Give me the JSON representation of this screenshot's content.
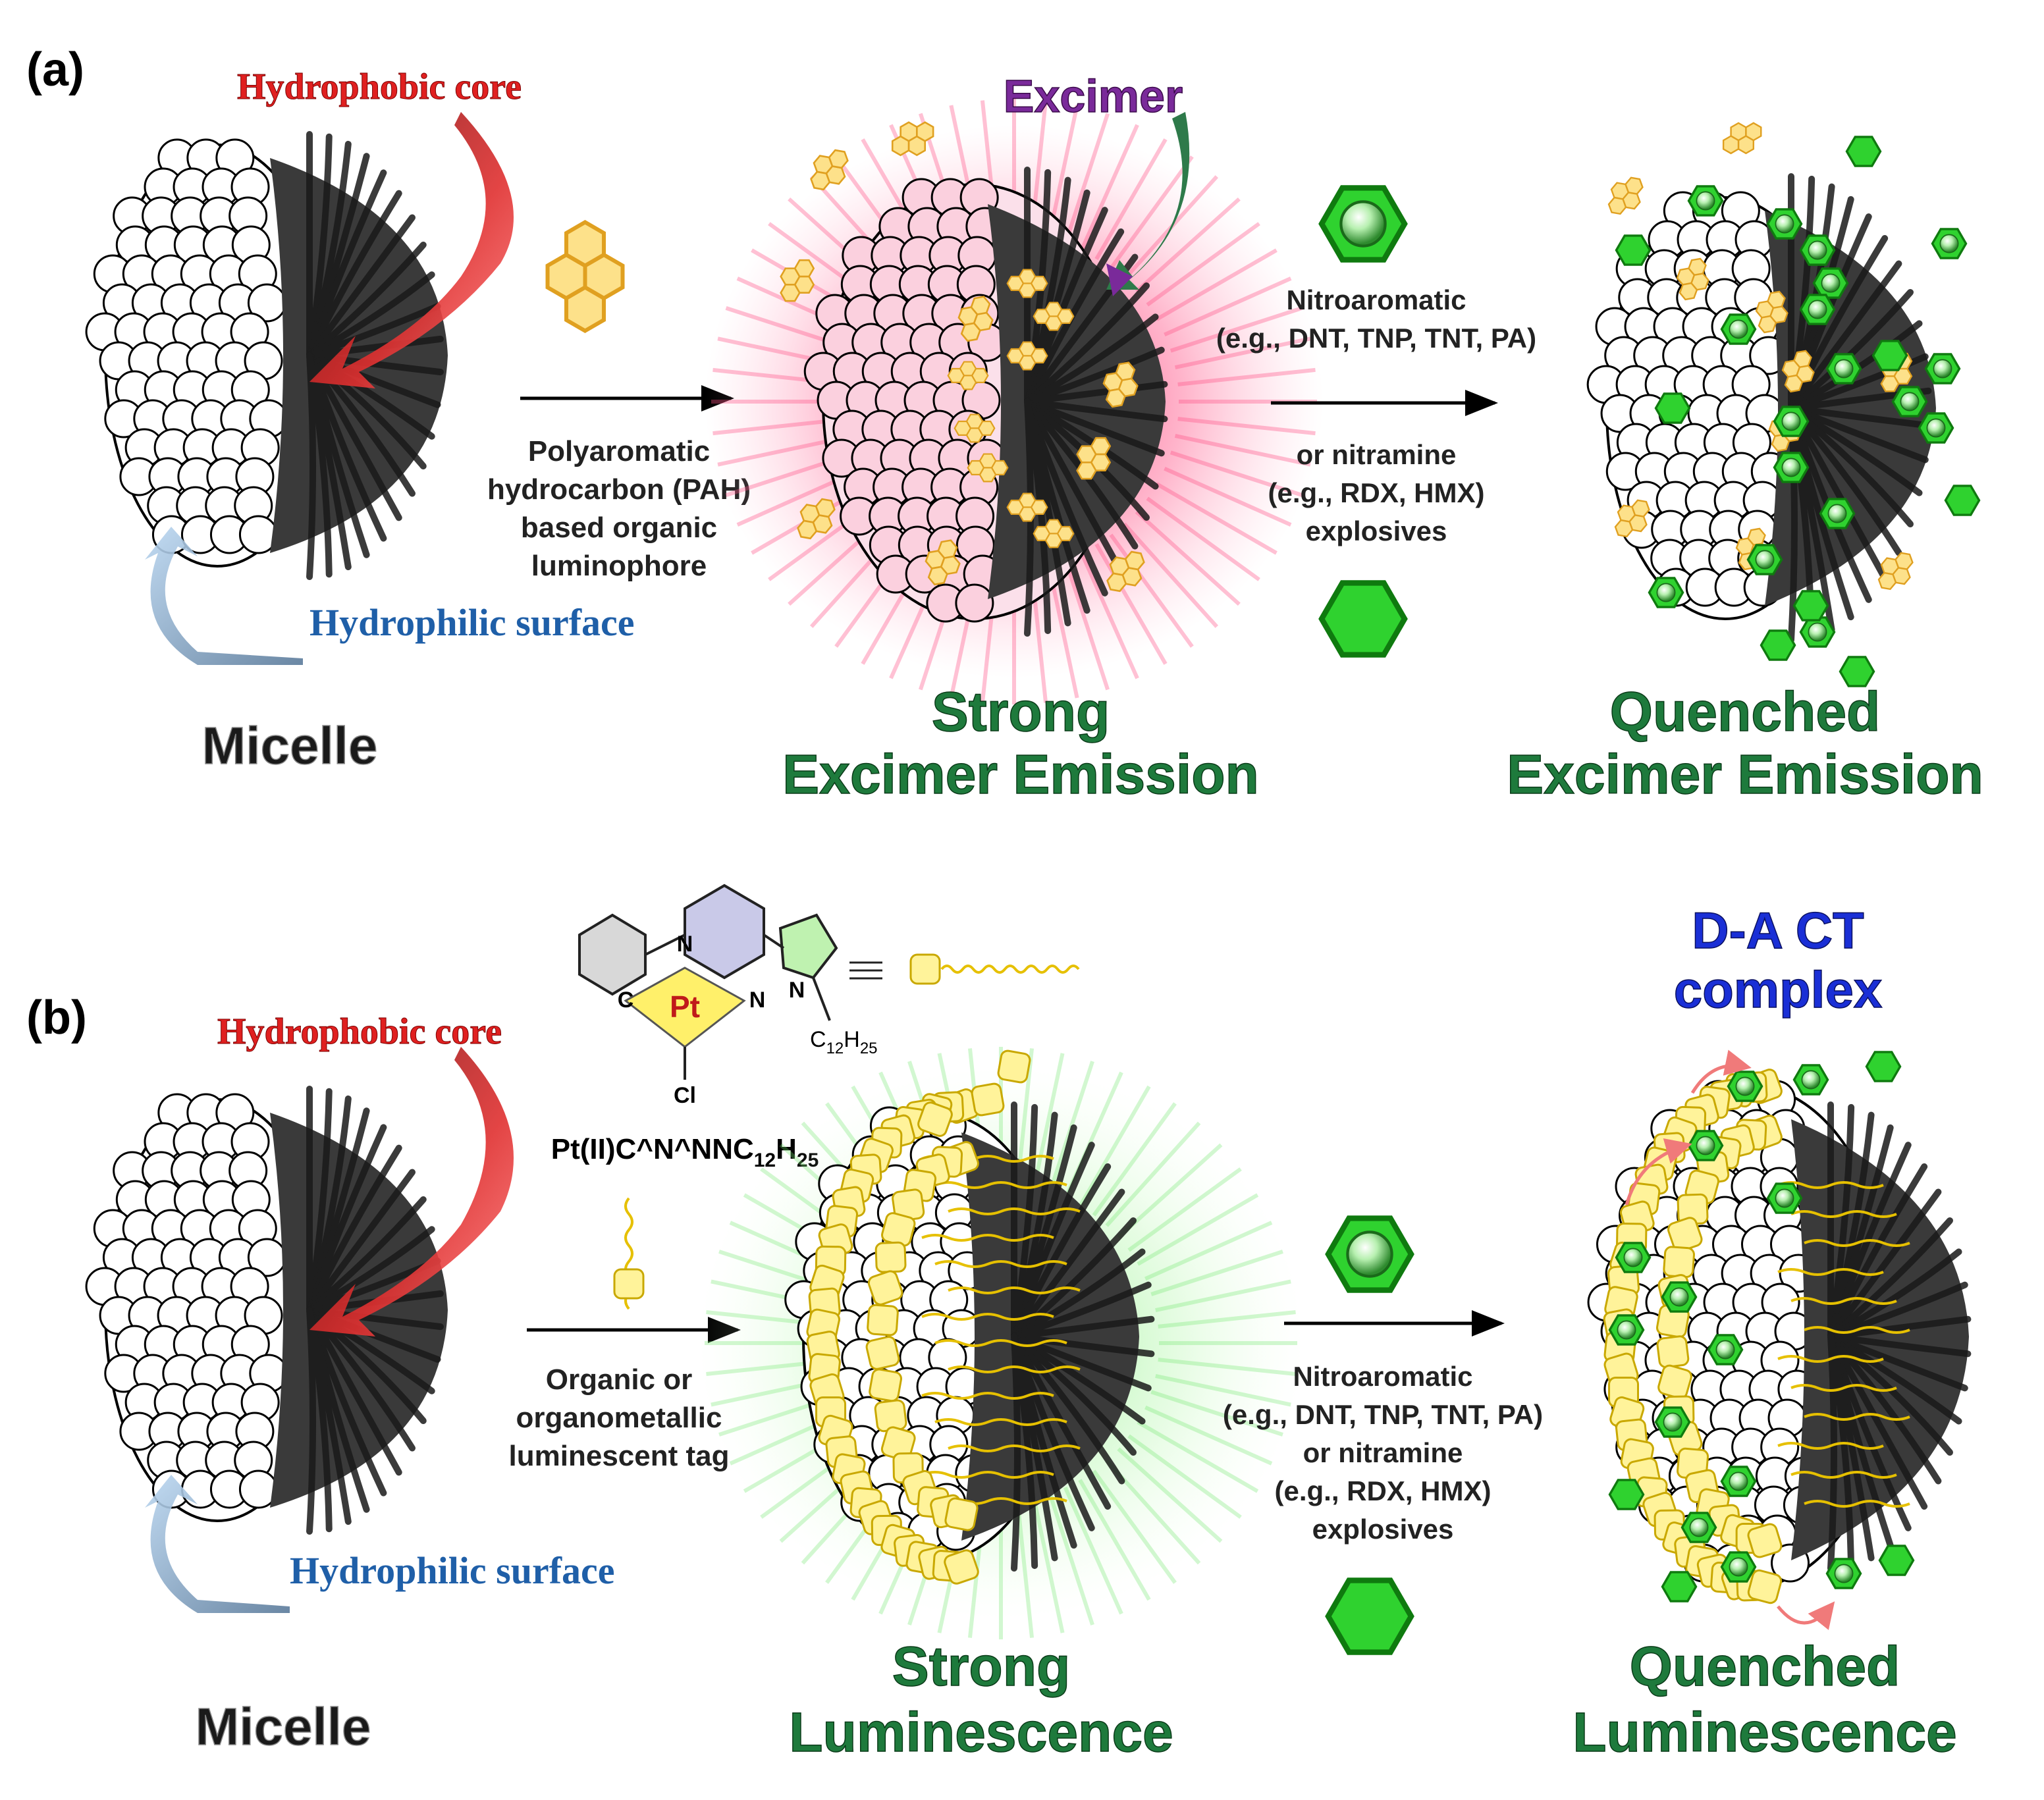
{
  "panel_a": {
    "label": "(a)",
    "hydrophobic_core": "Hydrophobic core",
    "hydrophilic_surface": "Hydrophilic surface",
    "micelle": "Micelle",
    "excimer": "Excimer",
    "step1_lines": [
      "Polyaromatic",
      "hydrocarbon (PAH)",
      "based organic",
      "luminophore"
    ],
    "step2_top": [
      "Nitroaromatic",
      "(e.g., DNT, TNP, TNT, PA)"
    ],
    "step2_bottom": [
      "or nitramine",
      "(e.g., RDX, HMX)",
      "explosives"
    ],
    "result1": [
      "Strong",
      "Excimer Emission"
    ],
    "result2": [
      "Quenched",
      "Excimer Emission"
    ]
  },
  "panel_b": {
    "label": "(b)",
    "hydrophobic_core": "Hydrophobic core",
    "hydrophilic_surface": "Hydrophilic surface",
    "micelle": "Micelle",
    "complex_label": "Pt(II)C^N^NNC",
    "complex_sub": "12",
    "complex_h": "H",
    "complex_sub2": "25",
    "atoms": {
      "n1": "N",
      "n2": "N",
      "n3": "N",
      "c": "C",
      "pt": "Pt",
      "cl": "Cl",
      "chain": "C",
      "chain_sub1": "12",
      "chain_h": "H",
      "chain_sub2": "25"
    },
    "step1_lines": [
      "Organic or",
      "organometallic",
      "luminescent tag"
    ],
    "step2_lines": [
      "Nitroaromatic",
      "(e.g., DNT, TNP, TNT, PA)",
      "or nitramine",
      "(e.g., RDX, HMX)",
      "explosives"
    ],
    "ct_label": [
      "D-A CT",
      "complex"
    ],
    "result1": [
      "Strong",
      "Luminescence"
    ],
    "result2": [
      "Quenched",
      "Luminescence"
    ]
  },
  "colors": {
    "red_label": "#e02020",
    "blue_label": "#1f5fa8",
    "purple_label": "#7a2a9a",
    "green_title": "#1e7a3c",
    "ct_blue": "#1a2fd6",
    "lipid": "#3a3a3a",
    "pyrene": "#f2c247",
    "tag_yellow": "#fff07a",
    "explosive_green": "#27c62a"
  }
}
